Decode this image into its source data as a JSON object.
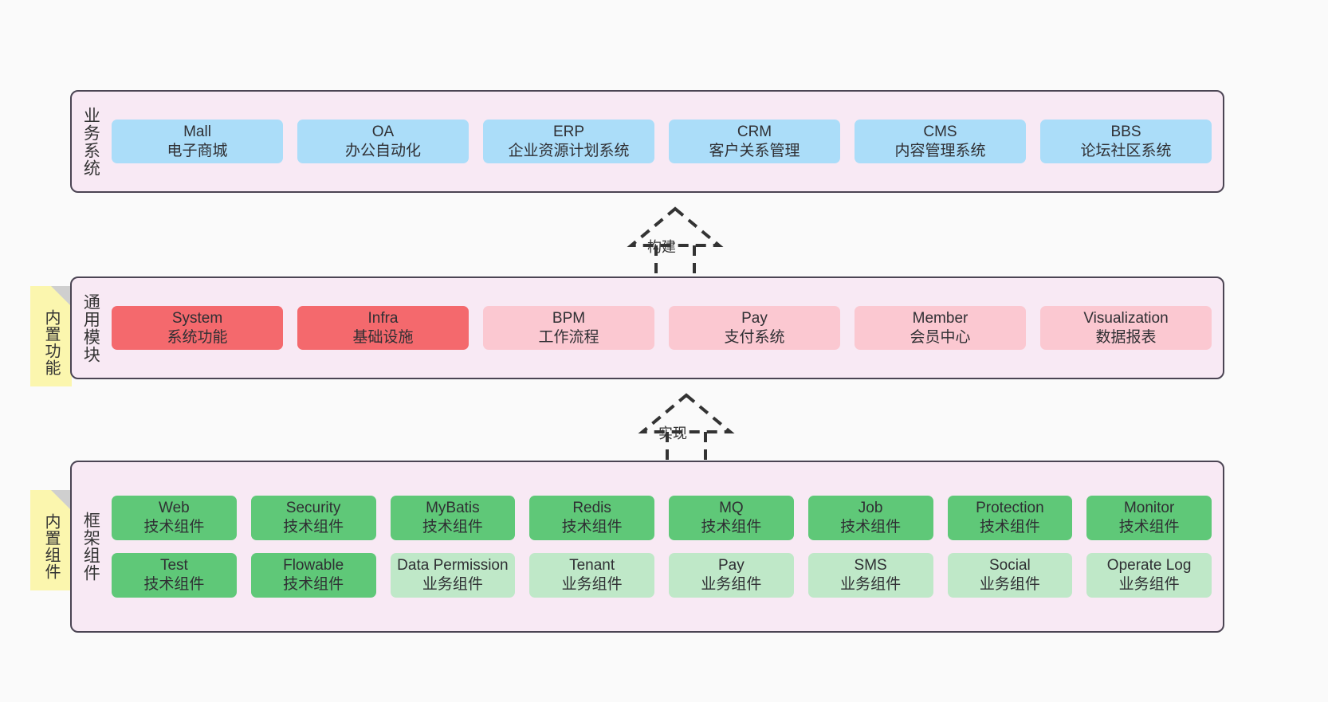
{
  "diagram": {
    "title": "",
    "colors": {
      "band_bg": "#f8e9f4",
      "band_border": "#4b4453",
      "blue": "#abddf9",
      "red": "#f4696d",
      "pink": "#fbc8d1",
      "green": "#5fc878",
      "light_green": "#bfe8c8",
      "note_yellow": "#fbf6ae",
      "canvas": "#fafafa"
    },
    "layers": [
      {
        "id": "business-system",
        "title": "业务系统",
        "rows": [
          [
            {
              "name": "Mall",
              "desc": "电子商城",
              "color": "blue"
            },
            {
              "name": "OA",
              "desc": "办公自动化",
              "color": "blue"
            },
            {
              "name": "ERP",
              "desc": "企业资源计划系统",
              "color": "blue"
            },
            {
              "name": "CRM",
              "desc": "客户关系管理",
              "color": "blue"
            },
            {
              "name": "CMS",
              "desc": "内容管理系统",
              "color": "blue"
            },
            {
              "name": "BBS",
              "desc": "论坛社区系统",
              "color": "blue"
            }
          ]
        ]
      },
      {
        "id": "common-module",
        "title": "通用模块",
        "note": "内置功能",
        "rows": [
          [
            {
              "name": "System",
              "desc": "系统功能",
              "color": "red"
            },
            {
              "name": "Infra",
              "desc": "基础设施",
              "color": "red"
            },
            {
              "name": "BPM",
              "desc": "工作流程",
              "color": "pink"
            },
            {
              "name": "Pay",
              "desc": "支付系统",
              "color": "pink"
            },
            {
              "name": "Member",
              "desc": "会员中心",
              "color": "pink"
            },
            {
              "name": "Visualization",
              "desc": "数据报表",
              "color": "pink"
            }
          ]
        ]
      },
      {
        "id": "framework-component",
        "title": "框架组件",
        "note": "内置组件",
        "rows": [
          [
            {
              "name": "Web",
              "desc": "技术组件",
              "color": "green"
            },
            {
              "name": "Security",
              "desc": "技术组件",
              "color": "green"
            },
            {
              "name": "MyBatis",
              "desc": "技术组件",
              "color": "green"
            },
            {
              "name": "Redis",
              "desc": "技术组件",
              "color": "green"
            },
            {
              "name": "MQ",
              "desc": "技术组件",
              "color": "green"
            },
            {
              "name": "Job",
              "desc": "技术组件",
              "color": "green"
            },
            {
              "name": "Protection",
              "desc": "技术组件",
              "color": "green"
            },
            {
              "name": "Monitor",
              "desc": "技术组件",
              "color": "green"
            }
          ],
          [
            {
              "name": "Test",
              "desc": "技术组件",
              "color": "green"
            },
            {
              "name": "Flowable",
              "desc": "技术组件",
              "color": "green"
            },
            {
              "name": "Data Permission",
              "desc": "业务组件",
              "color": "light_green",
              "wrap": true
            },
            {
              "name": "Tenant",
              "desc": "业务组件",
              "color": "light_green"
            },
            {
              "name": "Pay",
              "desc": "业务组件",
              "color": "light_green"
            },
            {
              "name": "SMS",
              "desc": "业务组件",
              "color": "light_green"
            },
            {
              "name": "Social",
              "desc": "业务组件",
              "color": "light_green"
            },
            {
              "name": "Operate Log",
              "desc": "业务组件",
              "color": "light_green"
            }
          ]
        ]
      }
    ],
    "connectors": [
      {
        "id": "build",
        "label": "构建",
        "style": "dashed-hollow-triangle",
        "from": "common-module",
        "to": "business-system"
      },
      {
        "id": "implement",
        "label": "实现",
        "style": "dashed-hollow-triangle",
        "from": "framework-component",
        "to": "common-module"
      }
    ]
  }
}
